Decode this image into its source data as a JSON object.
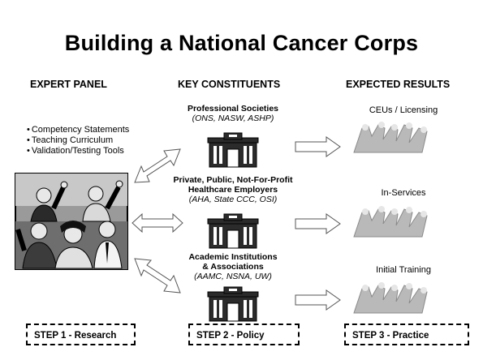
{
  "title": "Building a National Cancer Corps",
  "columns": {
    "expert_panel": "EXPERT PANEL",
    "key_constituents": "KEY CONSTITUENTS",
    "expected_results": "EXPECTED RESULTS"
  },
  "expert_panel_items": [
    "Competency Statements",
    "Teaching Curriculum",
    "Validation/Testing Tools"
  ],
  "constituents": [
    {
      "name_lines": [
        "Professional Societies"
      ],
      "abbr": "(ONS, NASW, ASHP)"
    },
    {
      "name_lines": [
        "Private, Public, Not-For-Profit",
        "Healthcare Employers"
      ],
      "abbr": "(AHA, State CCC, OSI)"
    },
    {
      "name_lines": [
        "Academic Institutions",
        "& Associations"
      ],
      "abbr": "(AAMC, NSNA, UW)"
    }
  ],
  "results": [
    "CEUs / Licensing",
    "In-Services",
    "Initial Training"
  ],
  "steps": [
    "STEP 1 - Research",
    "STEP 2  - Policy",
    "STEP 3 - Practice"
  ],
  "icons": [
    "group-of-people-icon",
    "building-icon",
    "running-people-icon",
    "double-arrow-icon",
    "right-arrow-icon"
  ]
}
